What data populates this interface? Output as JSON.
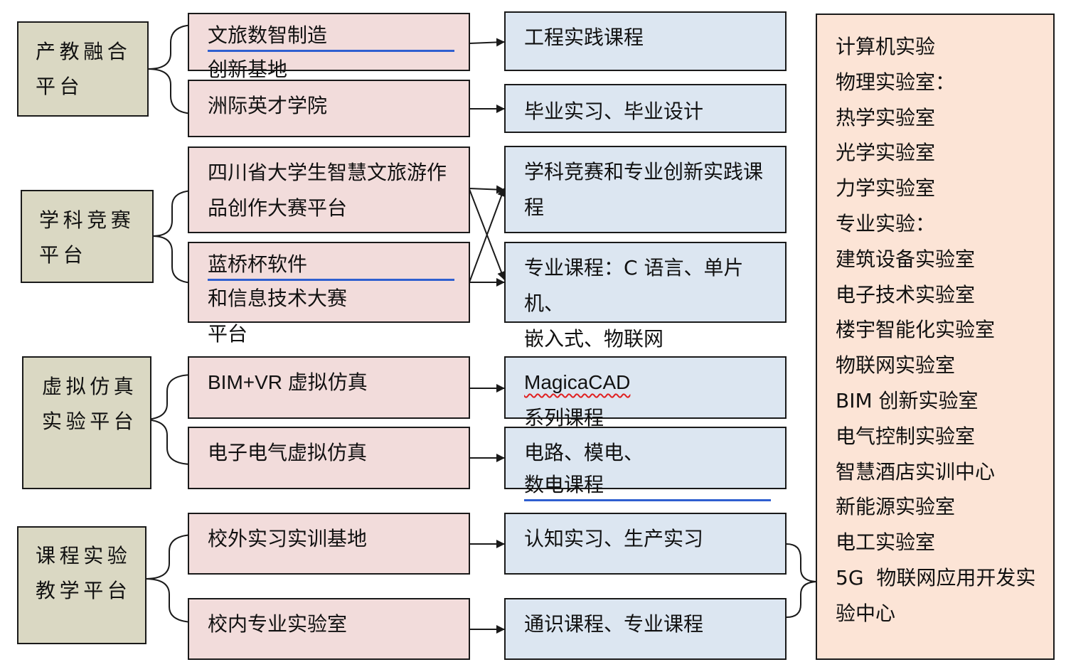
{
  "platforms": [
    {
      "line1": "产教融合",
      "line2": "平台"
    },
    {
      "line1": "学科竞赛",
      "line2": "平台"
    },
    {
      "line1": "虚拟仿真",
      "line2": "实验平台"
    },
    {
      "line1": "课程实验",
      "line2": "教学平台"
    }
  ],
  "resources": [
    {
      "part1": "文旅数智制造",
      "part2": "创新基地"
    },
    {
      "text": "洲际英才学院"
    },
    {
      "line1": "四川省大学生智慧文旅游作",
      "line2": "品创作大赛平台"
    },
    {
      "part1": "蓝桥杯软件",
      "part2": "和信息技术大赛",
      "line2": "平台"
    },
    {
      "text": "BIM+VR 虚拟仿真"
    },
    {
      "text": "电子电气虚拟仿真"
    },
    {
      "text": "校外实习实训基地"
    },
    {
      "text": "校内专业实验室"
    }
  ],
  "courses": [
    {
      "text": "工程实践课程"
    },
    {
      "text": "毕业实习、毕业设计"
    },
    {
      "line1": "学科竞赛和专业创新实践课",
      "line2": "程"
    },
    {
      "line1": "专业课程：C 语言、单片机、",
      "line2": "嵌入式、物联网"
    },
    {
      "part1": "MagicaCAD",
      "part2": " 系列课程"
    },
    {
      "part1": "电路、模电、",
      "part2": "数电课程"
    },
    {
      "text": "认知实习、生产实习"
    },
    {
      "text": "通识课程、专业课程"
    }
  ],
  "labs": [
    "计算机实验",
    "物理实验室：",
    "热学实验室",
    "光学实验室",
    "力学实验室",
    "专业实验：",
    "建筑设备实验室",
    "电子技术实验室",
    "楼宇智能化实验室",
    "物联网实验室",
    "BIM 创新实验室",
    "电气控制实验室",
    "智慧酒店实训中心",
    "新能源实验室",
    "电工实验室",
    "5G  物联网应用开发实",
    "验中心"
  ]
}
